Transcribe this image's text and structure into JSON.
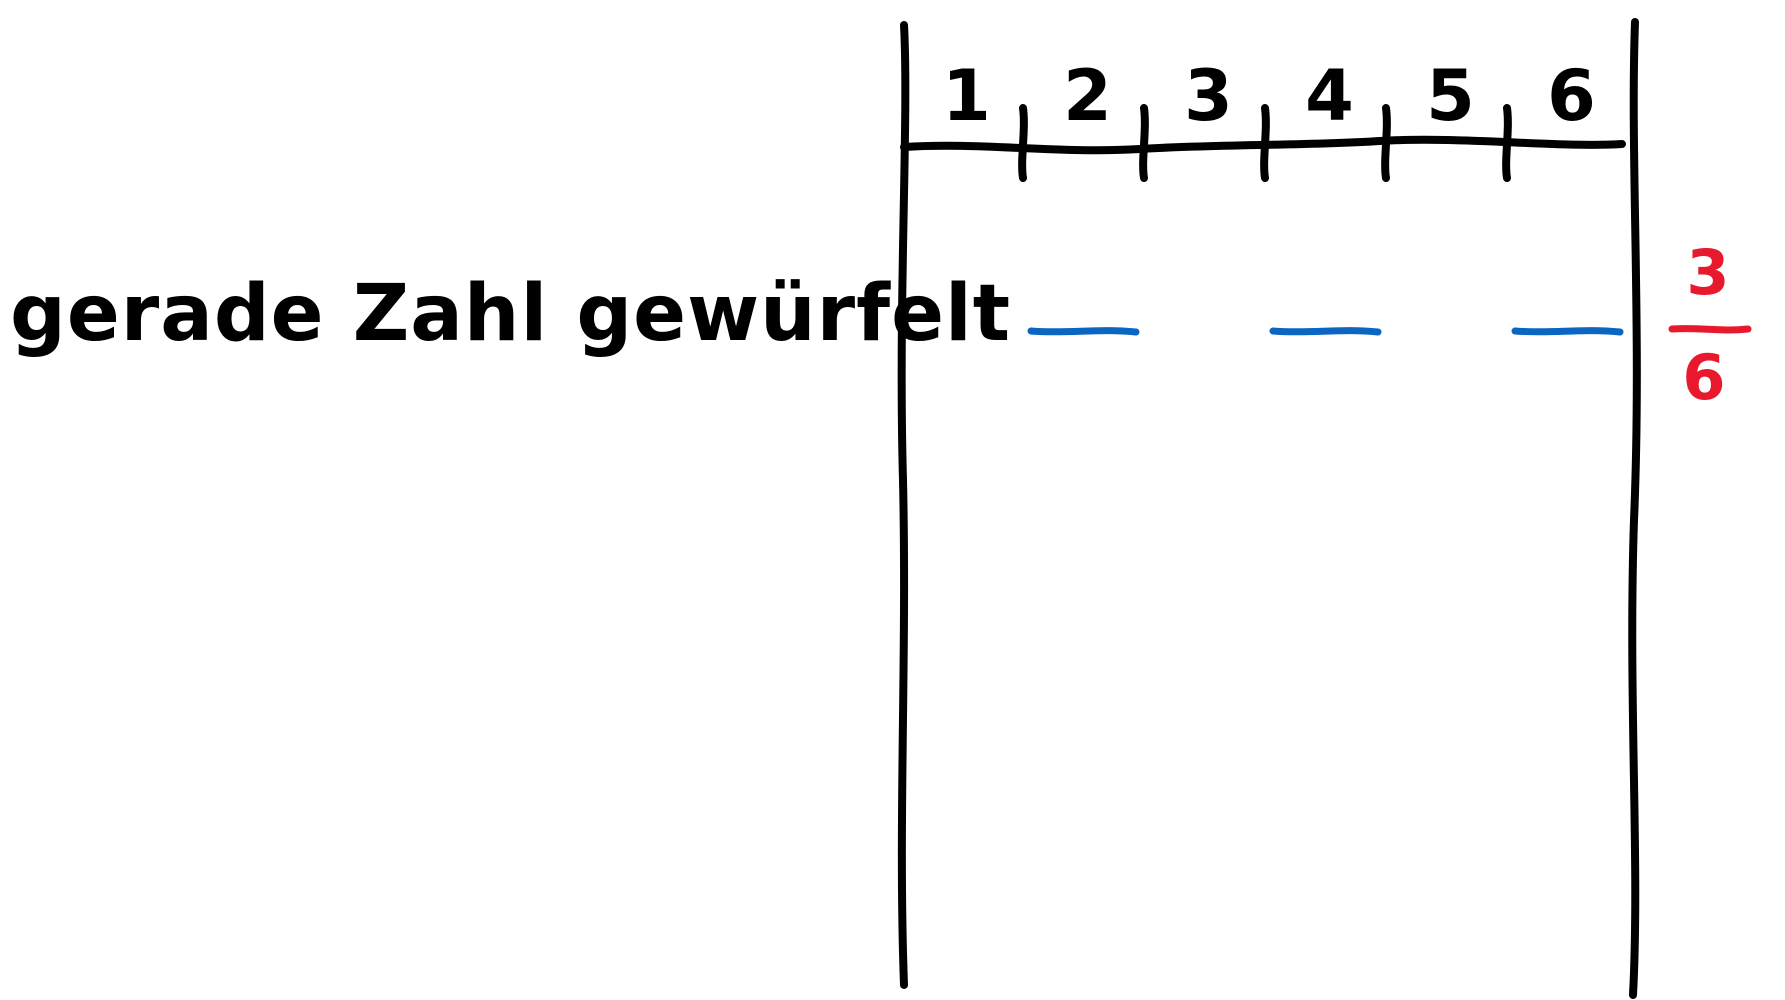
{
  "colors": {
    "ink": "#000000",
    "blue": "#0a66c2",
    "red": "#e8192c",
    "background": "#ffffff"
  },
  "columns": [
    "1",
    "2",
    "3",
    "4",
    "5",
    "6"
  ],
  "row": {
    "label": "gerade Zahl gewürfelt",
    "marked_columns": [
      "2",
      "4",
      "6"
    ]
  },
  "fraction": {
    "numerator": "3",
    "denominator": "6"
  }
}
